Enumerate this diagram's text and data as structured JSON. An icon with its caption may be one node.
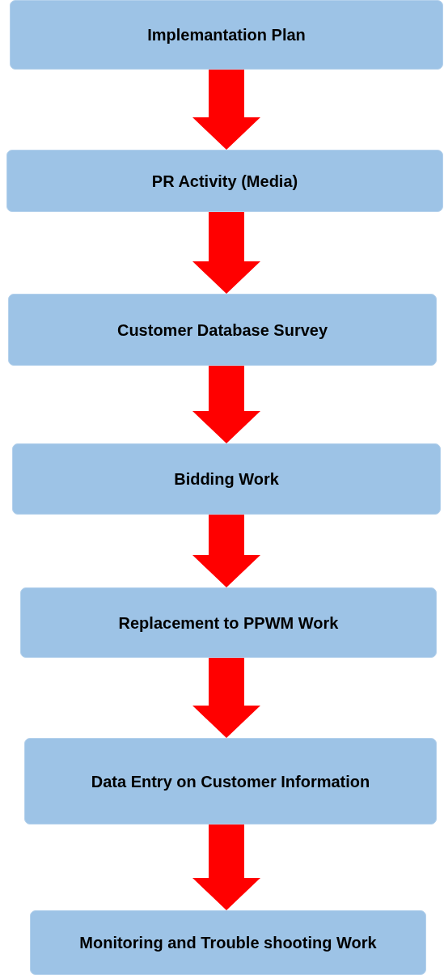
{
  "diagram": {
    "nodes": [
      {
        "text": [
          "Implemantation Plan"
        ]
      },
      {
        "text": [
          "PR Activity (Media)"
        ]
      },
      {
        "text": [
          "Customer Database Survey"
        ]
      },
      {
        "text": [
          "Bidding Work"
        ]
      },
      {
        "text": [
          "Replacement to PPWM Work"
        ]
      },
      {
        "text": [
          "Data Entry on Customer Information"
        ]
      },
      {
        "text": [
          "Monitoring and Trouble shooting Work"
        ]
      }
    ],
    "edges": [
      {
        "from": 0,
        "to": 1,
        "arrow": "to"
      },
      {
        "from": 1,
        "to": 2,
        "arrow": "to"
      },
      {
        "from": 2,
        "to": 3,
        "arrow": "to"
      },
      {
        "from": 3,
        "to": 4,
        "arrow": "to"
      },
      {
        "from": 4,
        "to": 5,
        "arrow": "to"
      },
      {
        "from": 5,
        "to": 6,
        "arrow": "to"
      }
    ]
  }
}
